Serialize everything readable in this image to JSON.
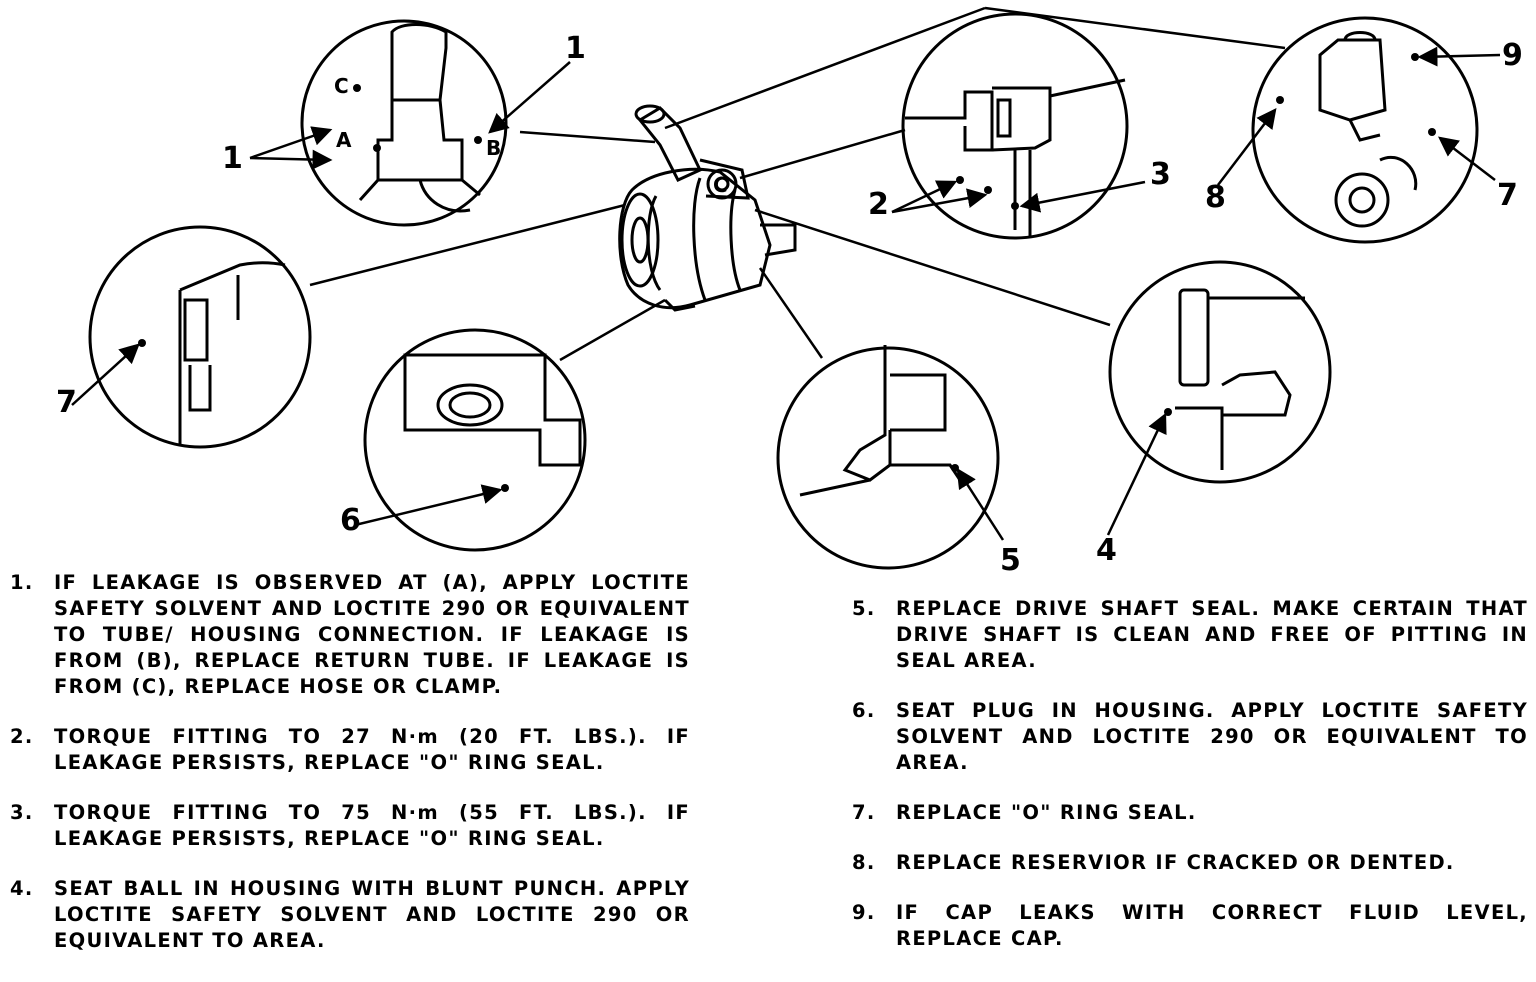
{
  "diagram": {
    "callouts": [
      "1",
      "2",
      "3",
      "4",
      "5",
      "6",
      "7",
      "7",
      "8",
      "9"
    ],
    "letters": [
      "A",
      "B",
      "C",
      "C"
    ]
  },
  "notes_left": [
    {
      "num": "1.",
      "text": "IF LEAKAGE IS OBSERVED AT (A), APPLY LOCTITE SAFETY SOLVENT AND LOCTITE 290 OR EQUIVALENT TO TUBE/ HOUSING CONNECTION. IF LEAKAGE IS FROM (B), REPLACE RETURN TUBE. IF LEAKAGE IS FROM (C), REPLACE HOSE OR CLAMP."
    },
    {
      "num": "2.",
      "text": "TORQUE FITTING TO 27 N·m (20 FT. LBS.). IF LEAKAGE PERSISTS, REPLACE \"O\" RING SEAL."
    },
    {
      "num": "3.",
      "text": "TORQUE FITTING TO 75 N·m (55 FT. LBS.). IF LEAKAGE PERSISTS, REPLACE \"O\" RING SEAL."
    },
    {
      "num": "4.",
      "text": "SEAT BALL IN HOUSING WITH BLUNT PUNCH. APPLY LOCTITE SAFETY SOLVENT AND LOCTITE 290 OR EQUIVALENT TO AREA."
    }
  ],
  "notes_right": [
    {
      "num": "5.",
      "text": "REPLACE DRIVE SHAFT SEAL. MAKE CERTAIN THAT DRIVE SHAFT IS CLEAN AND FREE OF PITTING IN SEAL AREA."
    },
    {
      "num": "6.",
      "text": "SEAT PLUG IN HOUSING. APPLY LOCTITE SAFETY SOLVENT AND LOCTITE 290 OR EQUIVALENT TO AREA."
    },
    {
      "num": "7.",
      "text": "REPLACE \"O\" RING SEAL."
    },
    {
      "num": "8.",
      "text": "REPLACE RESERVIOR IF CRACKED OR DENTED."
    },
    {
      "num": "9.",
      "text": "IF CAP LEAKS WITH CORRECT FLUID LEVEL, REPLACE CAP."
    }
  ]
}
